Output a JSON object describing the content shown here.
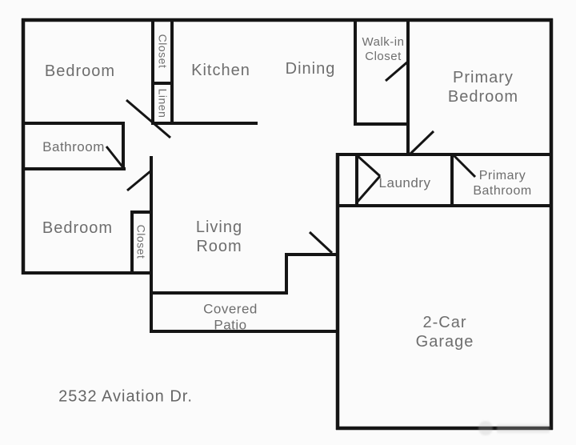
{
  "address": "2532 Aviation Dr.",
  "rooms": {
    "bedroom_top": "Bedroom",
    "hall_closet": "Closet",
    "linen": "Linen",
    "kitchen": "Kitchen",
    "dining": "Dining",
    "walk_in_closet": "Walk-in Closet",
    "primary_bedroom": "Primary Bedroom",
    "bathroom": "Bathroom",
    "laundry": "Laundry",
    "primary_bathroom": "Primary Bathroom",
    "bedroom_left": "Bedroom",
    "bedroom_closet": "Closet",
    "living_room": "Living Room",
    "covered_patio": "Covered Patio",
    "garage": "2-Car Garage"
  },
  "colors": {
    "wall": "#151515",
    "label": "#6e6e6e",
    "address": "#666666",
    "background": "#fbfbfb"
  }
}
